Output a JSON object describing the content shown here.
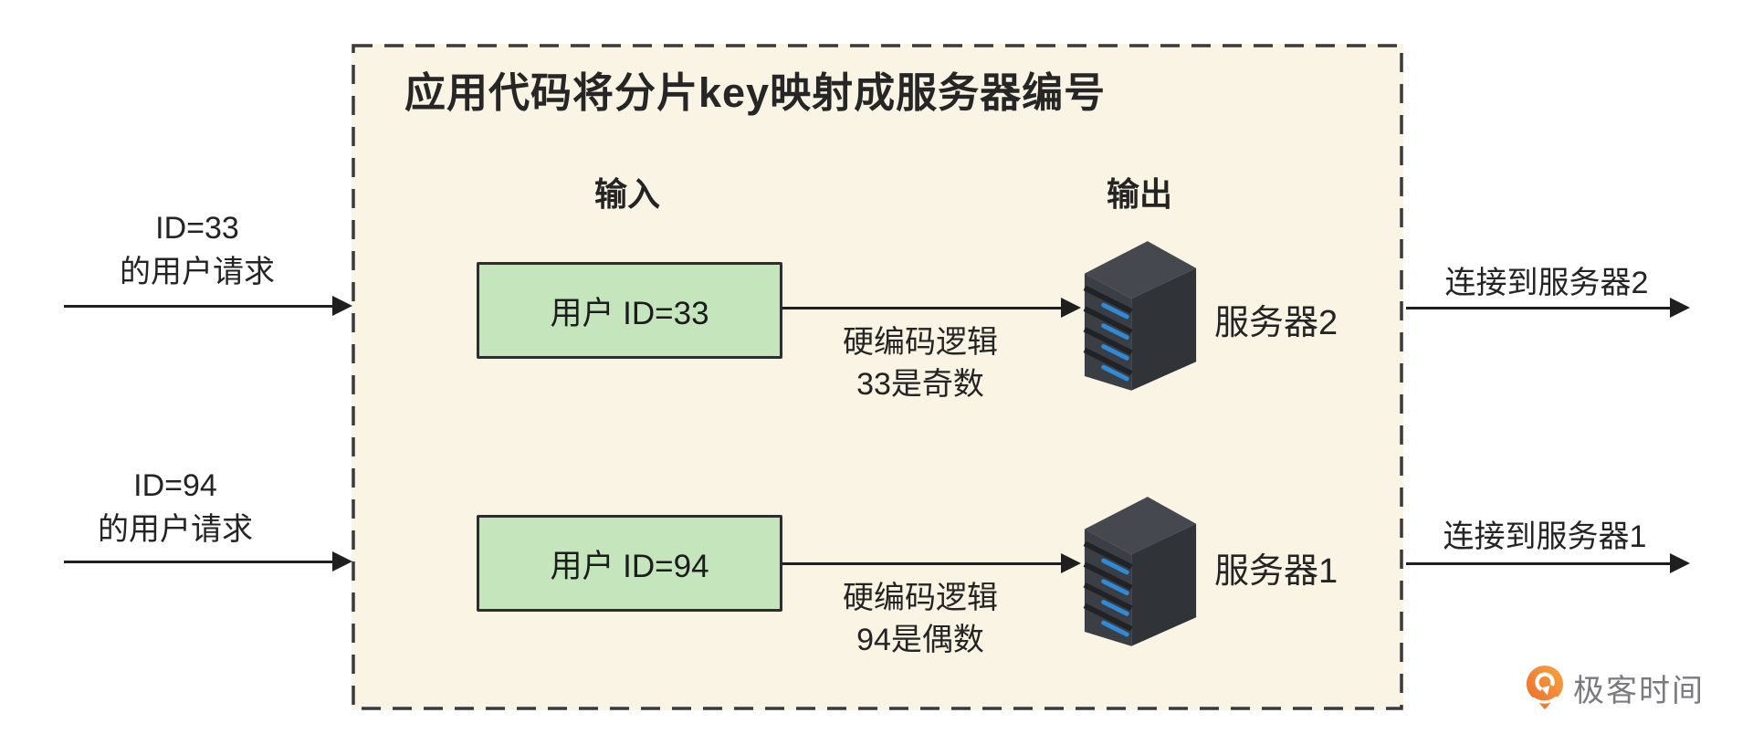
{
  "colors": {
    "canvas_bg": "#ffffff",
    "boundary_bg": "#faf4e4",
    "boundary_border": "#3a3a3a",
    "input_box_fill": "#c5e5bc",
    "input_box_border": "#2e2e2e",
    "text": "#242424",
    "arrow": "#1f1f1f",
    "server_led_blue": "#2f8ad8",
    "logo_orange": "#ee7333",
    "logo_text_gray": "#7b7a80"
  },
  "diagram": {
    "title": "应用代码将分片key映射成服务器编号",
    "columns": {
      "input": "输入",
      "output": "输出"
    },
    "rows": [
      {
        "request_line1": "ID=33",
        "request_line2": "的用户请求",
        "input_value": "用户 ID=33",
        "logic_line1": "硬编码逻辑",
        "logic_line2": "33是奇数",
        "server_name": "服务器2",
        "connect_text": "连接到服务器2"
      },
      {
        "request_line1": "ID=94",
        "request_line2": "的用户请求",
        "input_value": "用户 ID=94",
        "logic_line1": "硬编码逻辑",
        "logic_line2": "94是偶数",
        "server_name": "服务器1",
        "connect_text": "连接到服务器1"
      }
    ]
  },
  "branding": {
    "logo_text": "极客时间"
  }
}
